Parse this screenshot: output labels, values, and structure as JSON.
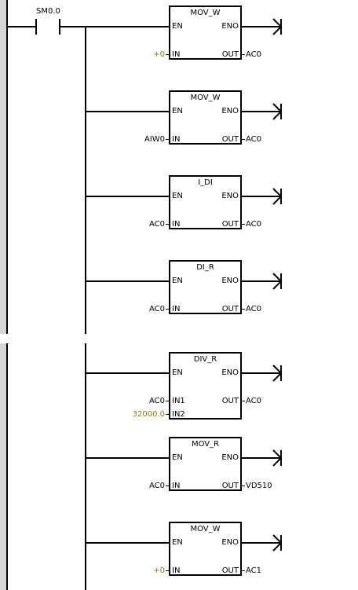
{
  "network1": {
    "contact_label": "SM0.0",
    "blocks": [
      {
        "title": "MOV_W",
        "en": "EN",
        "eno": "ENO",
        "in_pin": "IN",
        "out_pin": "OUT",
        "in_value": "+0",
        "out_value": "AC0"
      },
      {
        "title": "MOV_W",
        "en": "EN",
        "eno": "ENO",
        "in_pin": "IN",
        "out_pin": "OUT",
        "in_value": "AIW0",
        "out_value": "AC0"
      },
      {
        "title": "I_DI",
        "en": "EN",
        "eno": "ENO",
        "in_pin": "IN",
        "out_pin": "OUT",
        "in_value": "AC0",
        "out_value": "AC0"
      },
      {
        "title": "DI_R",
        "en": "EN",
        "eno": "ENO",
        "in_pin": "IN",
        "out_pin": "OUT",
        "in_value": "AC0",
        "out_value": "AC0"
      }
    ]
  },
  "network2": {
    "blocks": [
      {
        "title": "DIV_R",
        "en": "EN",
        "eno": "ENO",
        "in1_pin": "IN1",
        "in2_pin": "IN2",
        "out_pin": "OUT",
        "in1_value": "AC0",
        "in2_value": "32000.0",
        "out_value": "AC0"
      },
      {
        "title": "MOV_R",
        "en": "EN",
        "eno": "ENO",
        "in_pin": "IN",
        "out_pin": "OUT",
        "in_value": "AC0",
        "out_value": "VD510"
      },
      {
        "title": "MOV_W",
        "en": "EN",
        "eno": "ENO",
        "in_pin": "IN",
        "out_pin": "OUT",
        "in_value": "+0",
        "out_value": "AC1"
      }
    ]
  },
  "colors": {
    "constant": "#8b7a00",
    "line": "#000000",
    "rail_shadow": "#d6d6d6"
  }
}
